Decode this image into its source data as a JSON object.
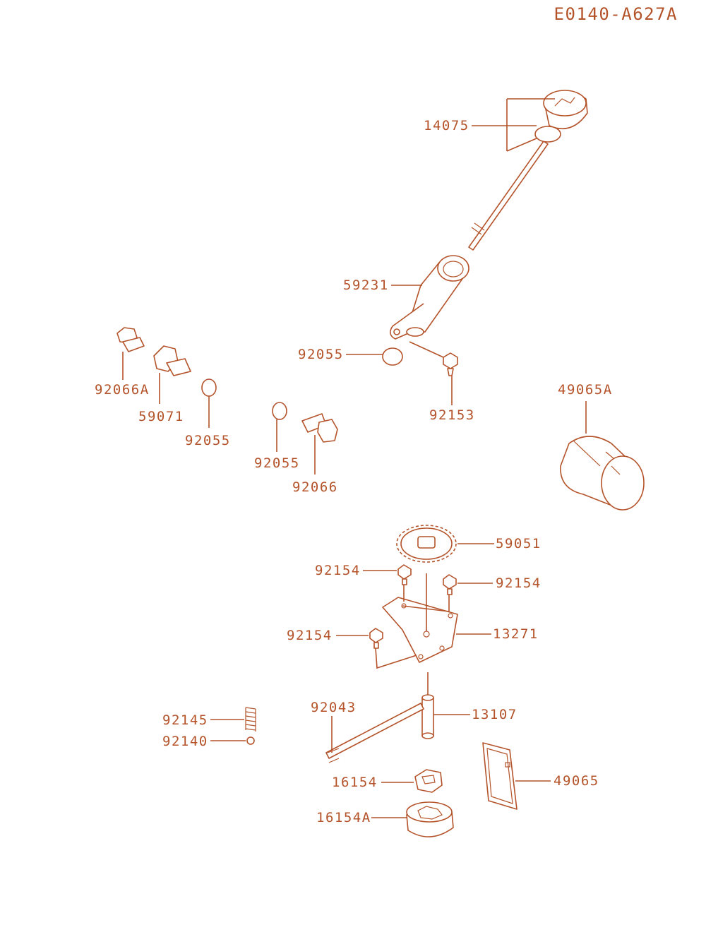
{
  "diagram_code": "E0140-A627A",
  "colors": {
    "ink": "#b4532a",
    "background": "#ffffff"
  },
  "labels": {
    "p14075": "14075",
    "p59231": "59231",
    "p92055_top": "92055",
    "p92153": "92153",
    "p92066A": "92066A",
    "p59071": "59071",
    "p92055_left": "92055",
    "p92055_mid": "92055",
    "p92066": "92066",
    "p49065A": "49065A",
    "p59051": "59051",
    "p92154_a": "92154",
    "p92154_b": "92154",
    "p92154_c": "92154",
    "p13271": "13271",
    "p92043": "92043",
    "p13107": "13107",
    "p92145": "92145",
    "p92140": "92140",
    "p16154": "16154",
    "p49065": "49065",
    "p16154A": "16154A"
  }
}
